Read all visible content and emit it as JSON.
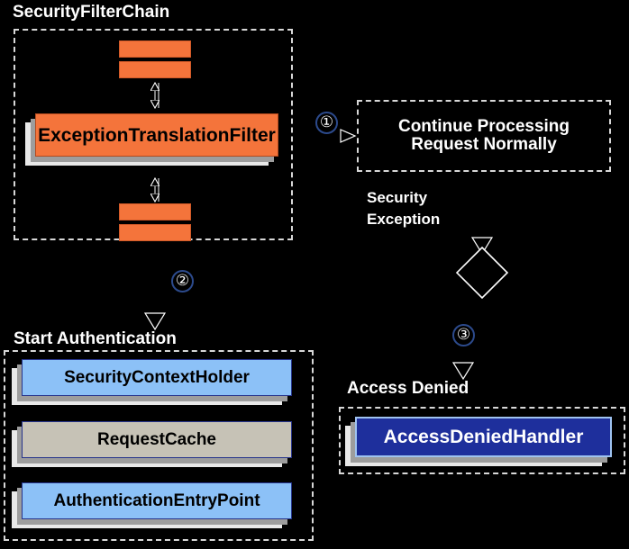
{
  "diagram": {
    "title_visible": false,
    "background_color": "#000000",
    "groups": [
      {
        "id": "security-filter-chain",
        "label": "SecurityFilterChain",
        "nodes": [
          {
            "id": "filter-bar-top-1",
            "label": "",
            "style": "orange-bar"
          },
          {
            "id": "filter-bar-top-2",
            "label": "",
            "style": "orange-bar"
          },
          {
            "id": "exception-translation-filter",
            "label": "ExceptionTranslationFilter",
            "style": "orange"
          },
          {
            "id": "filter-bar-bottom-1",
            "label": "",
            "style": "orange-bar"
          },
          {
            "id": "filter-bar-bottom-2",
            "label": "",
            "style": "orange-bar"
          }
        ]
      },
      {
        "id": "continue-processing",
        "label": "",
        "text_line_1": "Continue Processing",
        "text_line_2": "Request Normally"
      },
      {
        "id": "start-authentication",
        "label": "Start Authentication",
        "nodes": [
          {
            "id": "security-context-holder",
            "label": "SecurityContextHolder",
            "style": "blue"
          },
          {
            "id": "request-cache",
            "label": "RequestCache",
            "style": "gray"
          },
          {
            "id": "authentication-entry-point",
            "label": "AuthenticationEntryPoint",
            "style": "blue"
          }
        ]
      },
      {
        "id": "access-denied",
        "label": "Access Denied",
        "nodes": [
          {
            "id": "access-denied-handler",
            "label": "AccessDeniedHandler",
            "style": "navy"
          }
        ]
      }
    ],
    "steps": [
      {
        "id": "step-1",
        "number": "①"
      },
      {
        "id": "step-2",
        "number": "②"
      },
      {
        "id": "step-3",
        "number": "③"
      }
    ],
    "edge_labels": [
      {
        "id": "security-exception-label",
        "line_1": "Security",
        "line_2": "Exception"
      }
    ],
    "colors": {
      "background": "#000000",
      "orange_node": "#f4743b",
      "blue_node": "#8cc1f7",
      "gray_node": "#c6c2b6",
      "navy_node": "#1e2f9c",
      "dashed_border": "#d8d8d8",
      "text_light": "#ffffff",
      "shadow_mid": "#9d9d9d",
      "shadow_light": "#e8e8e8",
      "step_circle_border": "#2c4a8c"
    }
  }
}
